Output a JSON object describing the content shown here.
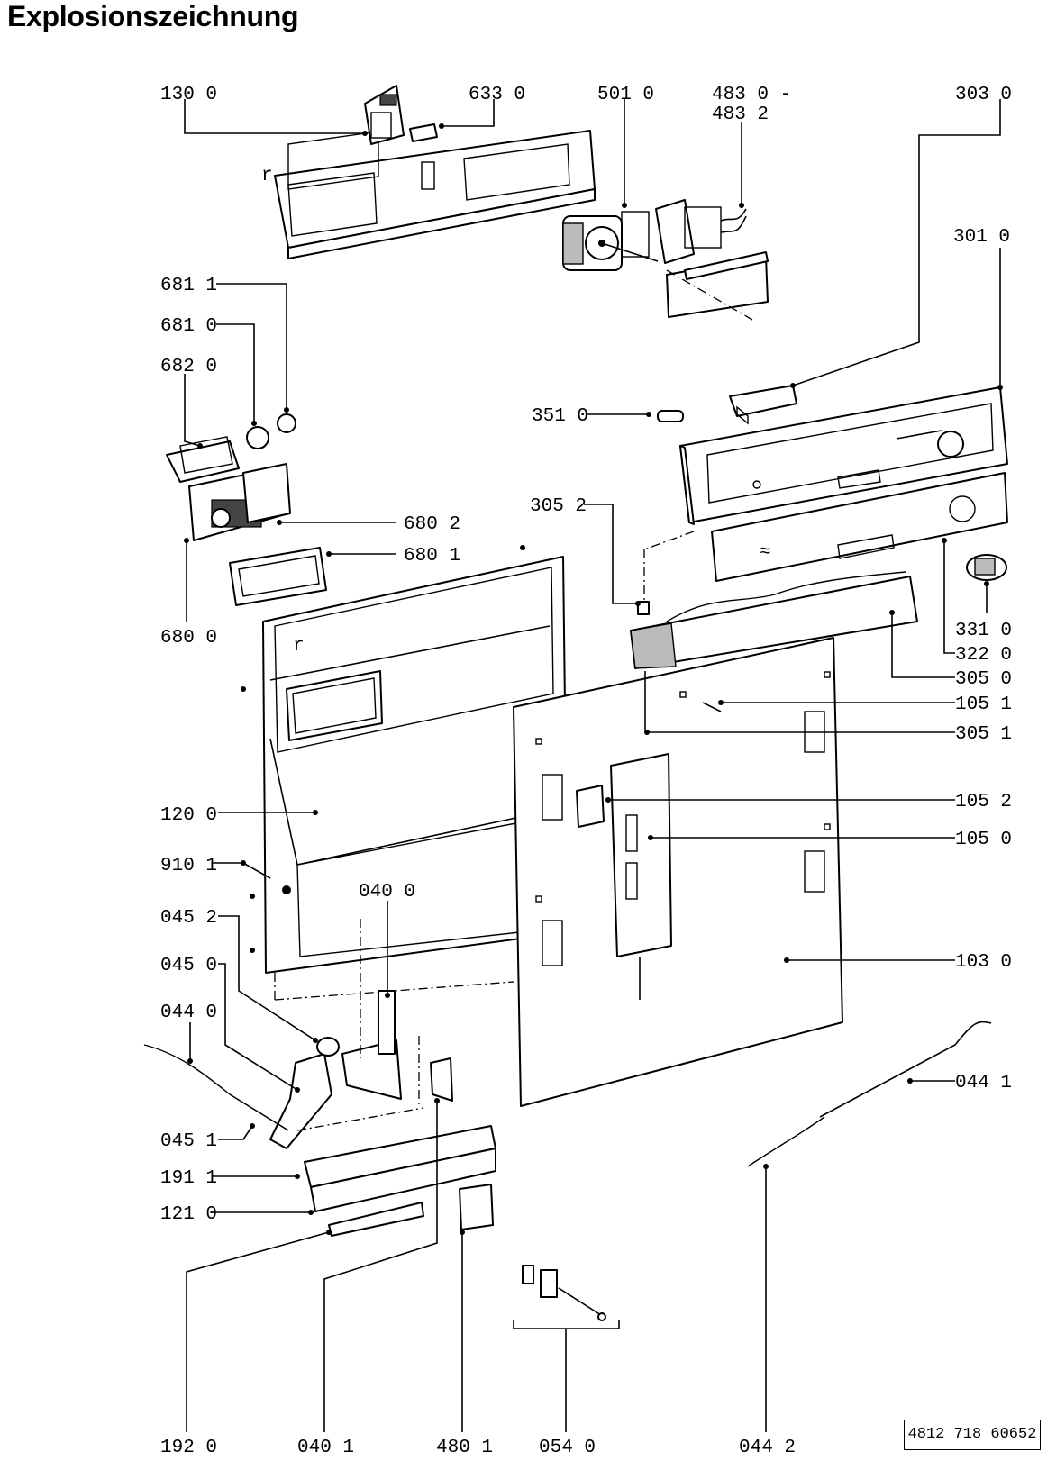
{
  "title": "Explosionszeichnung",
  "doc_number": "4812 718 60652",
  "callouts": [
    {
      "id": "130-0",
      "text": "130 0"
    },
    {
      "id": "633-0",
      "text": "633 0"
    },
    {
      "id": "501-0",
      "text": "501 0"
    },
    {
      "id": "483-0",
      "text": "483 0 -"
    },
    {
      "id": "483-2",
      "text": "483 2"
    },
    {
      "id": "303-0",
      "text": "303 0"
    },
    {
      "id": "301-0",
      "text": "301 0"
    },
    {
      "id": "681-1",
      "text": "681 1"
    },
    {
      "id": "681-0",
      "text": "681 0"
    },
    {
      "id": "682-0",
      "text": "682 0"
    },
    {
      "id": "351-0",
      "text": "351 0"
    },
    {
      "id": "305-2",
      "text": "305 2"
    },
    {
      "id": "680-2",
      "text": "680 2"
    },
    {
      "id": "680-1",
      "text": "680 1"
    },
    {
      "id": "680-0",
      "text": "680 0"
    },
    {
      "id": "331-0",
      "text": "331 0"
    },
    {
      "id": "322-0",
      "text": "322 0"
    },
    {
      "id": "305-0",
      "text": "305 0"
    },
    {
      "id": "105-1",
      "text": "105 1"
    },
    {
      "id": "305-1",
      "text": "305 1"
    },
    {
      "id": "105-2",
      "text": "105 2"
    },
    {
      "id": "105-0",
      "text": "105 0"
    },
    {
      "id": "120-0",
      "text": "120 0"
    },
    {
      "id": "910-1",
      "text": "910 1"
    },
    {
      "id": "040-0",
      "text": "040 0"
    },
    {
      "id": "045-2",
      "text": "045 2"
    },
    {
      "id": "045-0",
      "text": "045 0"
    },
    {
      "id": "103-0",
      "text": "103 0"
    },
    {
      "id": "044-0",
      "text": "044 0"
    },
    {
      "id": "044-1",
      "text": "044 1"
    },
    {
      "id": "045-1",
      "text": "045 1"
    },
    {
      "id": "191-1",
      "text": "191 1"
    },
    {
      "id": "121-0",
      "text": "121 0"
    },
    {
      "id": "192-0",
      "text": "192 0"
    },
    {
      "id": "040-1",
      "text": "040 1"
    },
    {
      "id": "480-1",
      "text": "480 1"
    },
    {
      "id": "054-0",
      "text": "054 0"
    },
    {
      "id": "044-2",
      "text": "044 2"
    }
  ],
  "part_marks": [
    {
      "id": "mark-r-top",
      "text": "r"
    },
    {
      "id": "mark-r-frame",
      "text": "r"
    },
    {
      "id": "mark-approx",
      "text": "≈"
    }
  ]
}
